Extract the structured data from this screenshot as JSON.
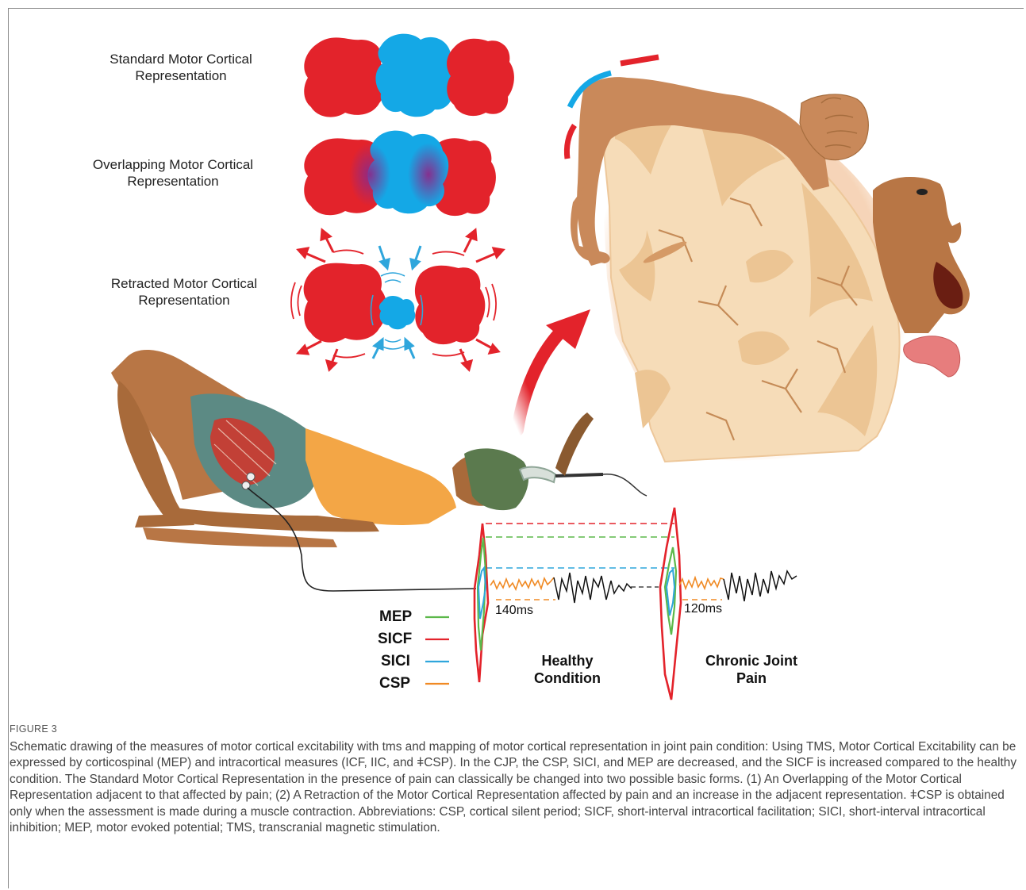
{
  "figure": {
    "rep_labels": {
      "standard": "Standard Motor Cortical Representation",
      "overlapping": "Overlapping Motor Cortical Representation",
      "retracted": "Retracted Motor Cortical Representation"
    },
    "legend": [
      {
        "name": "MEP",
        "color": "#5cb84a"
      },
      {
        "name": "SICF",
        "color": "#e3232b"
      },
      {
        "name": "SICI",
        "color": "#2fa6dc"
      },
      {
        "name": "CSP",
        "color": "#f08a24"
      }
    ],
    "conditions": {
      "healthy": "Healthy Condition",
      "chronic": "Chronic Joint Pain"
    },
    "durations": {
      "healthy": "140ms",
      "chronic": "120ms"
    },
    "colors": {
      "red": "#e3232b",
      "blue": "#14a8e6",
      "purple": "#8b2a8a",
      "skin": "#b87645",
      "shorts": "#5c8a84",
      "shirt": "#f3a646",
      "brain": "#f6dcb8"
    }
  },
  "caption": {
    "title": "FIGURE 3",
    "text": "Schematic drawing of the measures of motor cortical excitability with tms and mapping of motor cortical representation in joint pain condition: Using TMS, Motor Cortical Excitability can be expressed by corticospinal (MEP) and intracortical measures (ICF, IIC, and ǂCSP). In the CJP, the CSP, SICI, and MEP are decreased, and the SICF is increased compared to the healthy condition. The Standard Motor Cortical Representation in the presence of pain can classically be changed into two possible basic forms. (1) An Overlapping of the Motor Cortical Representation adjacent to that affected by pain; (2) A Retraction of the Motor Cortical Representation affected by pain and an increase in the adjacent representation. ǂCSP is obtained only when the assessment is made during a muscle contraction. Abbreviations: CSP, cortical silent period; SICF, short-interval intracortical facilitation; SICI, short-interval intracortical inhibition; MEP, motor evoked potential; TMS, transcranial magnetic stimulation."
  }
}
